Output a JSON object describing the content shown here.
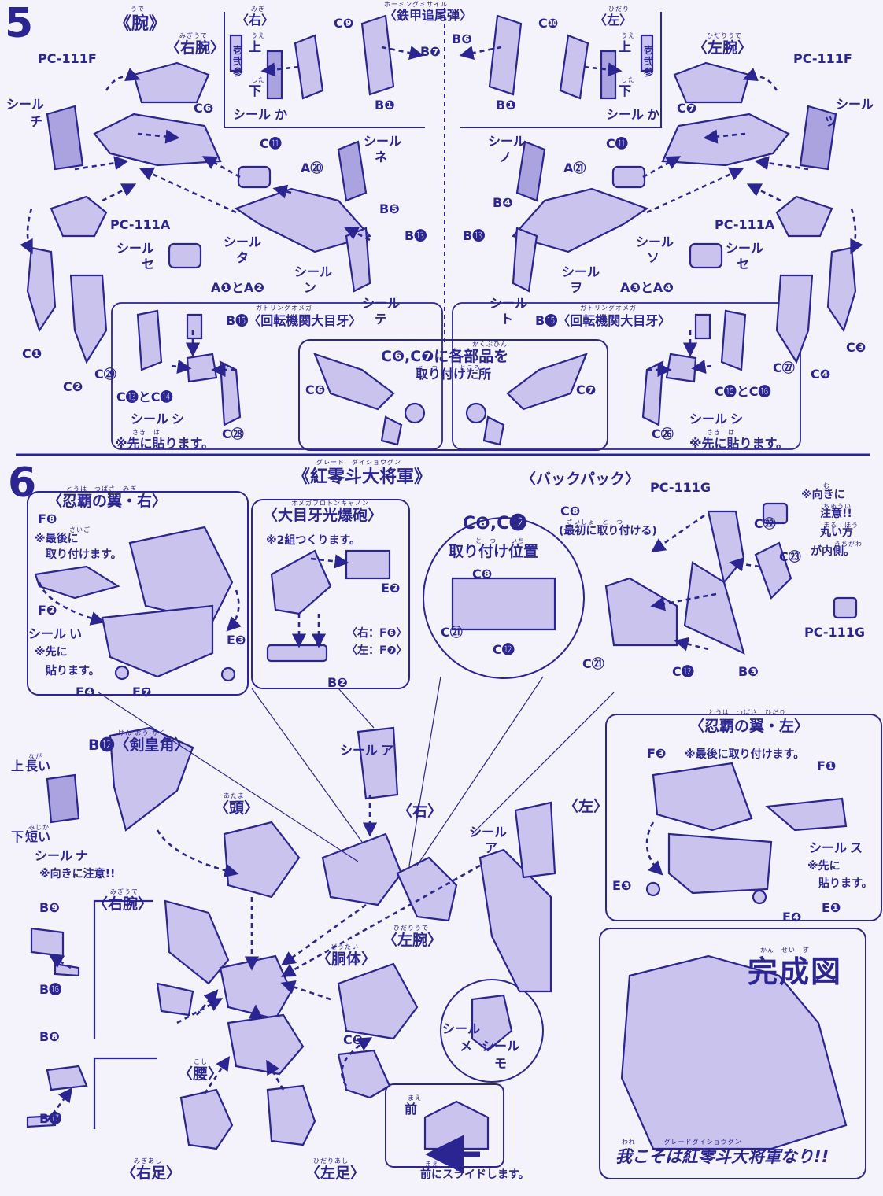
{
  "colors": {
    "ink": "#2a2590",
    "paper": "#f4f3fb",
    "part_fill": "#c9c3ee",
    "sticker_fill": "#aaa3e0"
  },
  "step5": {
    "number": "5",
    "title": "《腕》",
    "title_ruby": "うで",
    "right_arm": "〈右腕〉",
    "right_arm_ruby": "みぎうで",
    "left_arm": "〈左腕〉",
    "left_arm_ruby": "ひだりうで",
    "right": "〈右〉",
    "right_ruby": "みぎ",
    "left": "〈左〉",
    "left_ruby": "ひだり",
    "up": "上",
    "up_ruby": "うえ",
    "down": "下",
    "down_ruby": "した",
    "missile": "〈鉄甲追尾弾〉",
    "missile_ruby": "ホーミングミサイル",
    "gatling_right": "B⓯〈回転機関大目牙〉",
    "gatling_left": "B⓯〈回転機関大目牙〉",
    "gatling_ruby": "ガトリングオメガ",
    "center_line1": "C❻,C❼に各部品を",
    "center_line1_ruby": "かくぶひん",
    "center_line2": "取り付けた所",
    "center_line2_ruby": "と　つ　　　ところ",
    "note_first": "※先に貼ります。",
    "note_first_ruby": "さき　は",
    "labels": {
      "pc111f": "PC-111F",
      "pc111a": "PC-111A",
      "sticker": "シール",
      "ka": "か",
      "chi": "チ",
      "tsu": "ツ",
      "ne": "ネ",
      "no": "ノ",
      "se": "セ",
      "ta": "タ",
      "so": "ソ",
      "n": "ン",
      "wo": "ヲ",
      "te": "テ",
      "to": "ト",
      "shi": "シ",
      "c1": "C❶",
      "c2": "C❷",
      "c3": "C❸",
      "c4": "C❹",
      "c6": "C❻",
      "c7": "C❼",
      "c9": "C❾",
      "c10": "C❿",
      "c11": "C⓫",
      "c13c14": "C⓭とC⓮",
      "c15c16": "C⓯とC⓰",
      "c26": "C㉖",
      "c27": "C㉗",
      "c28": "C㉘",
      "c29": "C㉙",
      "b1": "B❶",
      "b4": "B❹",
      "b5": "B❺",
      "b6": "B❻",
      "b7": "B❼",
      "b13": "B⓭",
      "a20": "A⑳",
      "a21": "A㉑",
      "a1a2": "A❶とA❷",
      "a3a4": "A❸とA❹",
      "seal_a": "壱",
      "seal_b": "弐",
      "seal_c": "参"
    }
  },
  "step6": {
    "number": "6",
    "title": "《紅零斗大将軍》",
    "title_ruby": "グレード　ダイショウグン",
    "wing_right": "〈忍覇の翼・右〉",
    "wing_right_ruby": "とうは　つばさ　みぎ",
    "wing_left": "〈忍覇の翼・左〉",
    "wing_left_ruby": "とうは　つばさ　ひだり",
    "wing_note1": "※最後に",
    "wing_note1_ruby": "さいご",
    "wing_note2": "取り付けます。",
    "wing_left_note": "※最後に取り付けます。",
    "seal_first1": "※先に",
    "seal_first2": "貼ります。",
    "cannon": "〈大目牙光爆砲〉",
    "cannon_ruby": "オメガブロトンキャノン",
    "cannon_note": "※2組つくります。",
    "cannon_right": "〈右：F❻〉",
    "cannon_left": "〈左：F❼〉",
    "backpack": "〈バックパック〉",
    "pos_title": "C❽,C⓬",
    "pos_sub": "取り付け位置",
    "pos_sub_ruby": "と　つ　　いち",
    "c8_note": "(最初に取り付ける)",
    "c8_note_ruby": "さいしょ　と　つ",
    "orient1": "※向きに",
    "orient2": "注意!!",
    "orient3": "丸い方",
    "orient4": "が内側。",
    "orient_ruby1": "む",
    "orient_ruby2": "ちゅうい",
    "orient_ruby3": "まる　ほう",
    "orient_ruby4": "うちがわ",
    "horn": "B⓬〈剣皇角〉",
    "horn_ruby": "けん おう かく",
    "long": "長い",
    "long_ruby": "なが",
    "short": "短い",
    "short_ruby": "みじか",
    "horn_note": "※向きに注意!!",
    "head": "〈頭〉",
    "head_ruby": "あたま",
    "right_arm": "〈右腕〉",
    "right_arm_ruby": "みぎうで",
    "left_arm": "〈左腕〉",
    "left_arm_ruby": "ひだりうで",
    "body": "〈胴体〉",
    "body_ruby": "どうたい",
    "waist": "〈腰〉",
    "waist_ruby": "こし",
    "right_leg": "〈右足〉",
    "right_leg_ruby": "みぎあし",
    "left_leg": "〈左足〉",
    "left_leg_ruby": "ひだりあし",
    "right": "〈右〉",
    "left": "〈左〉",
    "front": "前",
    "front_ruby": "まえ",
    "slide": "前にスライドします。",
    "complete": "完成図",
    "complete_ruby": "かん　せい　ず",
    "slogan": "我こそは紅零斗大将軍なり!!",
    "slogan_ruby": "われ　　　　グレードダイショウグン",
    "labels": {
      "pc111g": "PC-111G",
      "sticker": "シール",
      "i": "い",
      "a": "ア",
      "su": "ス",
      "na": "ナ",
      "me": "メ",
      "mo": "モ",
      "f1": "F❶",
      "f2": "F❷",
      "f3": "F❸",
      "f8": "F❽",
      "e1": "E❶",
      "e2": "E❷",
      "e3": "E❸",
      "e4": "E❹",
      "e7": "E❼",
      "b2": "B❷",
      "b3": "B❸",
      "b8": "B❽",
      "b9": "B❾",
      "b16": "B⓰",
      "b17": "B⓱",
      "c5": "C❺",
      "c8": "C❽",
      "c12": "C⓬",
      "c21": "C㉑",
      "c22": "C㉒",
      "c23": "C㉓"
    }
  }
}
